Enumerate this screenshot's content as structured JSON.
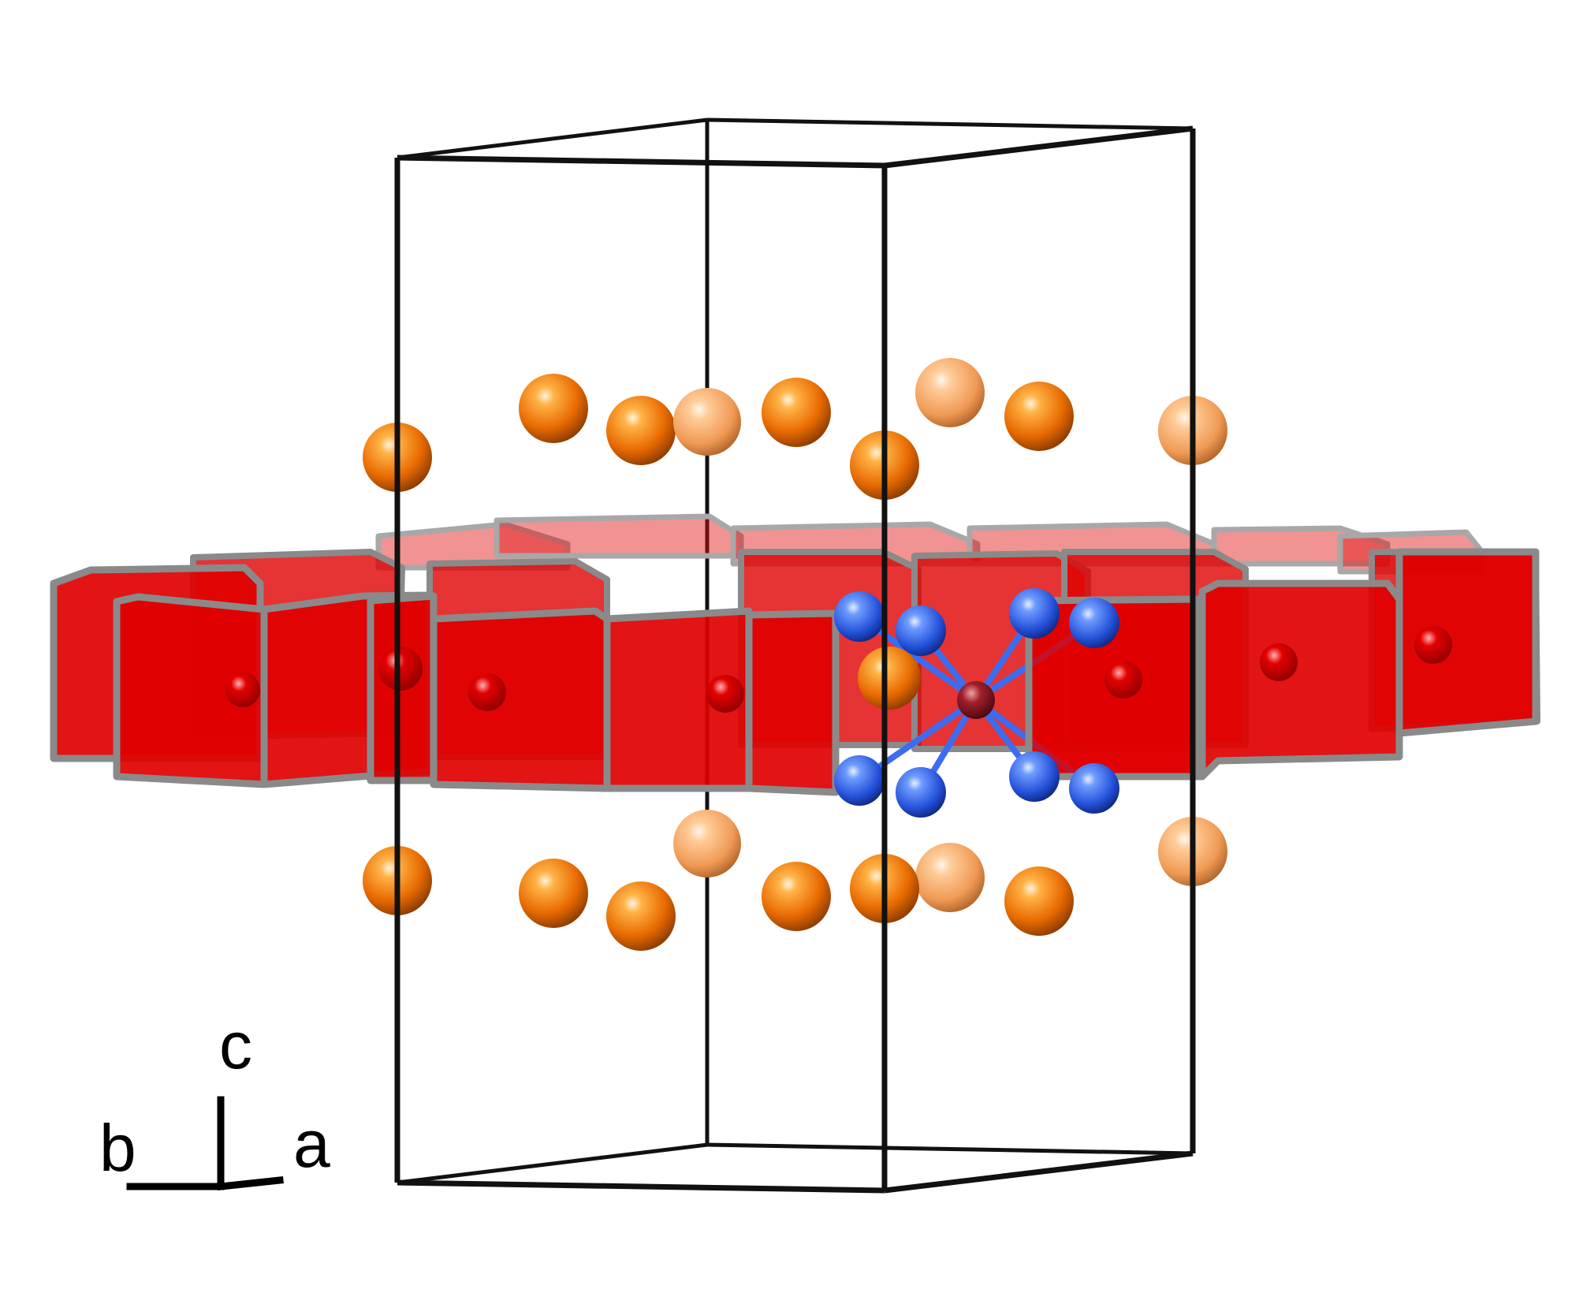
{
  "figure": {
    "type": "crystal-structure",
    "axes": {
      "c_label": "c",
      "b_label": "b",
      "a_label": "a"
    },
    "colors": {
      "background": "#ffffff",
      "cell_edges": "#111111",
      "polyhedra_fill": "#e00000",
      "polyhedra_edges": "#8a8a8a",
      "center_atom": "#c80000",
      "orange_atom": "#f07a10",
      "orange_atom_light": "#f6a86a",
      "blue_atom": "#2f5fe0",
      "central_atom": "#8a1420"
    }
  }
}
